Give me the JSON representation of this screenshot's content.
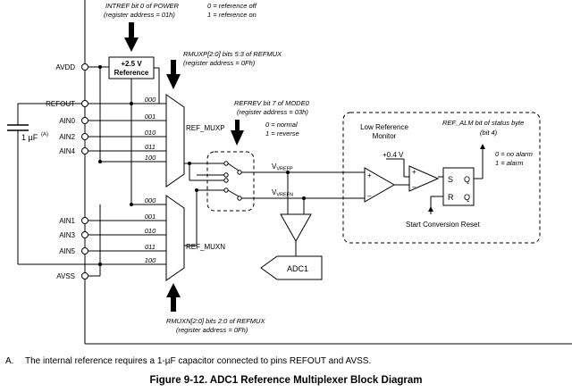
{
  "top_note": {
    "line1": "INTREF bit 0 of POWER",
    "line2": "(register address = 01h)",
    "opt1": "0 = reference off",
    "opt2": "1 = reference on"
  },
  "reference_block": {
    "line1": "+2.5 V",
    "line2": "Reference"
  },
  "pins": {
    "avdd": "AVDD",
    "refout": "REFOUT",
    "ain0": "AIN0",
    "ain2": "AIN2",
    "ain4": "AIN4",
    "ain1": "AIN1",
    "ain3": "AIN3",
    "ain5": "AIN5",
    "avss": "AVSS"
  },
  "capacitor": {
    "label": "1 µF",
    "superscript": "(A)"
  },
  "refmuxp_note": {
    "line1": "RMUXP[2:0] bits 5:3 of REFMUX",
    "line2": "(register address = 0Fh)"
  },
  "mux_p": {
    "name": "REF_MUXP",
    "codes": [
      "000",
      "001",
      "010",
      "011",
      "100"
    ]
  },
  "mux_n": {
    "name": "REF_MUXN",
    "codes": [
      "000",
      "001",
      "010",
      "011",
      "100"
    ]
  },
  "refmuxn_note": {
    "line1": "RMUXN[2:0] bits 2:0 of REFMUX",
    "line2": "(register address = 0Fh)"
  },
  "refrev_note": {
    "line1": "REFREV bit 7 of MODE0",
    "line2": "(register address = 03h)",
    "opt1": "0 = normal",
    "opt2": "1 = reverse"
  },
  "signals": {
    "vrefp": "V",
    "vrefp_sub": "VREFP",
    "vrefn": "V",
    "vrefn_sub": "VREFN"
  },
  "adc": {
    "label": "ADC1"
  },
  "monitor": {
    "title_line1": "Low Reference",
    "title_line2": "Monitor",
    "threshold": "+0.4 V",
    "ref_alm_line1": "REF_ALM bit of status byte",
    "ref_alm_line2": "(bit 4)",
    "alm_opt1": "0 = no alarm",
    "alm_opt2": "1 = alarm",
    "latch_s": "S",
    "latch_q": "Q",
    "latch_r": "R",
    "latch_q2": "Q",
    "reset_label": "Start Conversion Reset"
  },
  "footnote": {
    "index": "A.",
    "text": "The internal reference requires a 1-µF capacitor connected to pins REFOUT and AVSS."
  },
  "caption": "Figure 9-12. ADC1 Reference Multiplexer Block Diagram"
}
